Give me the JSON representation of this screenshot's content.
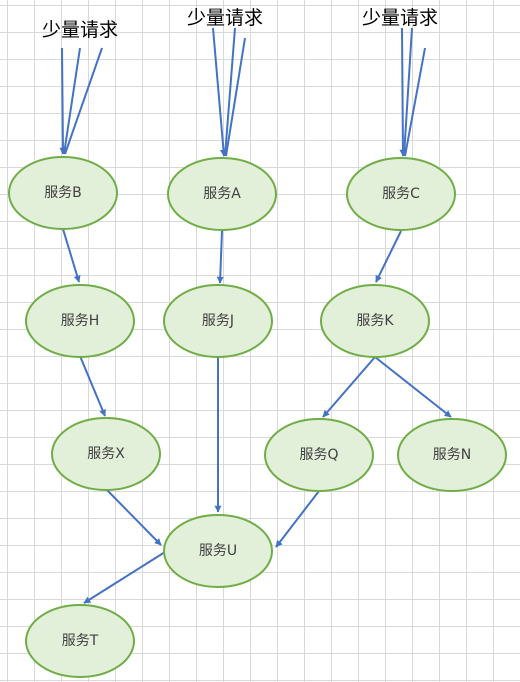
{
  "requests": {
    "left": "少量请求",
    "middle": "少量请求",
    "right": "少量请求"
  },
  "nodes": {
    "B": "服务B",
    "A": "服务A",
    "C": "服务C",
    "H": "服务H",
    "J": "服务J",
    "K": "服务K",
    "X": "服务X",
    "Q": "服务Q",
    "N": "服务N",
    "U": "服务U",
    "T": "服务T"
  },
  "colors": {
    "node_fill": "#e2efd9",
    "node_stroke": "#70ad47",
    "edge": "#4472c4",
    "grid": "#d9d9d9"
  }
}
